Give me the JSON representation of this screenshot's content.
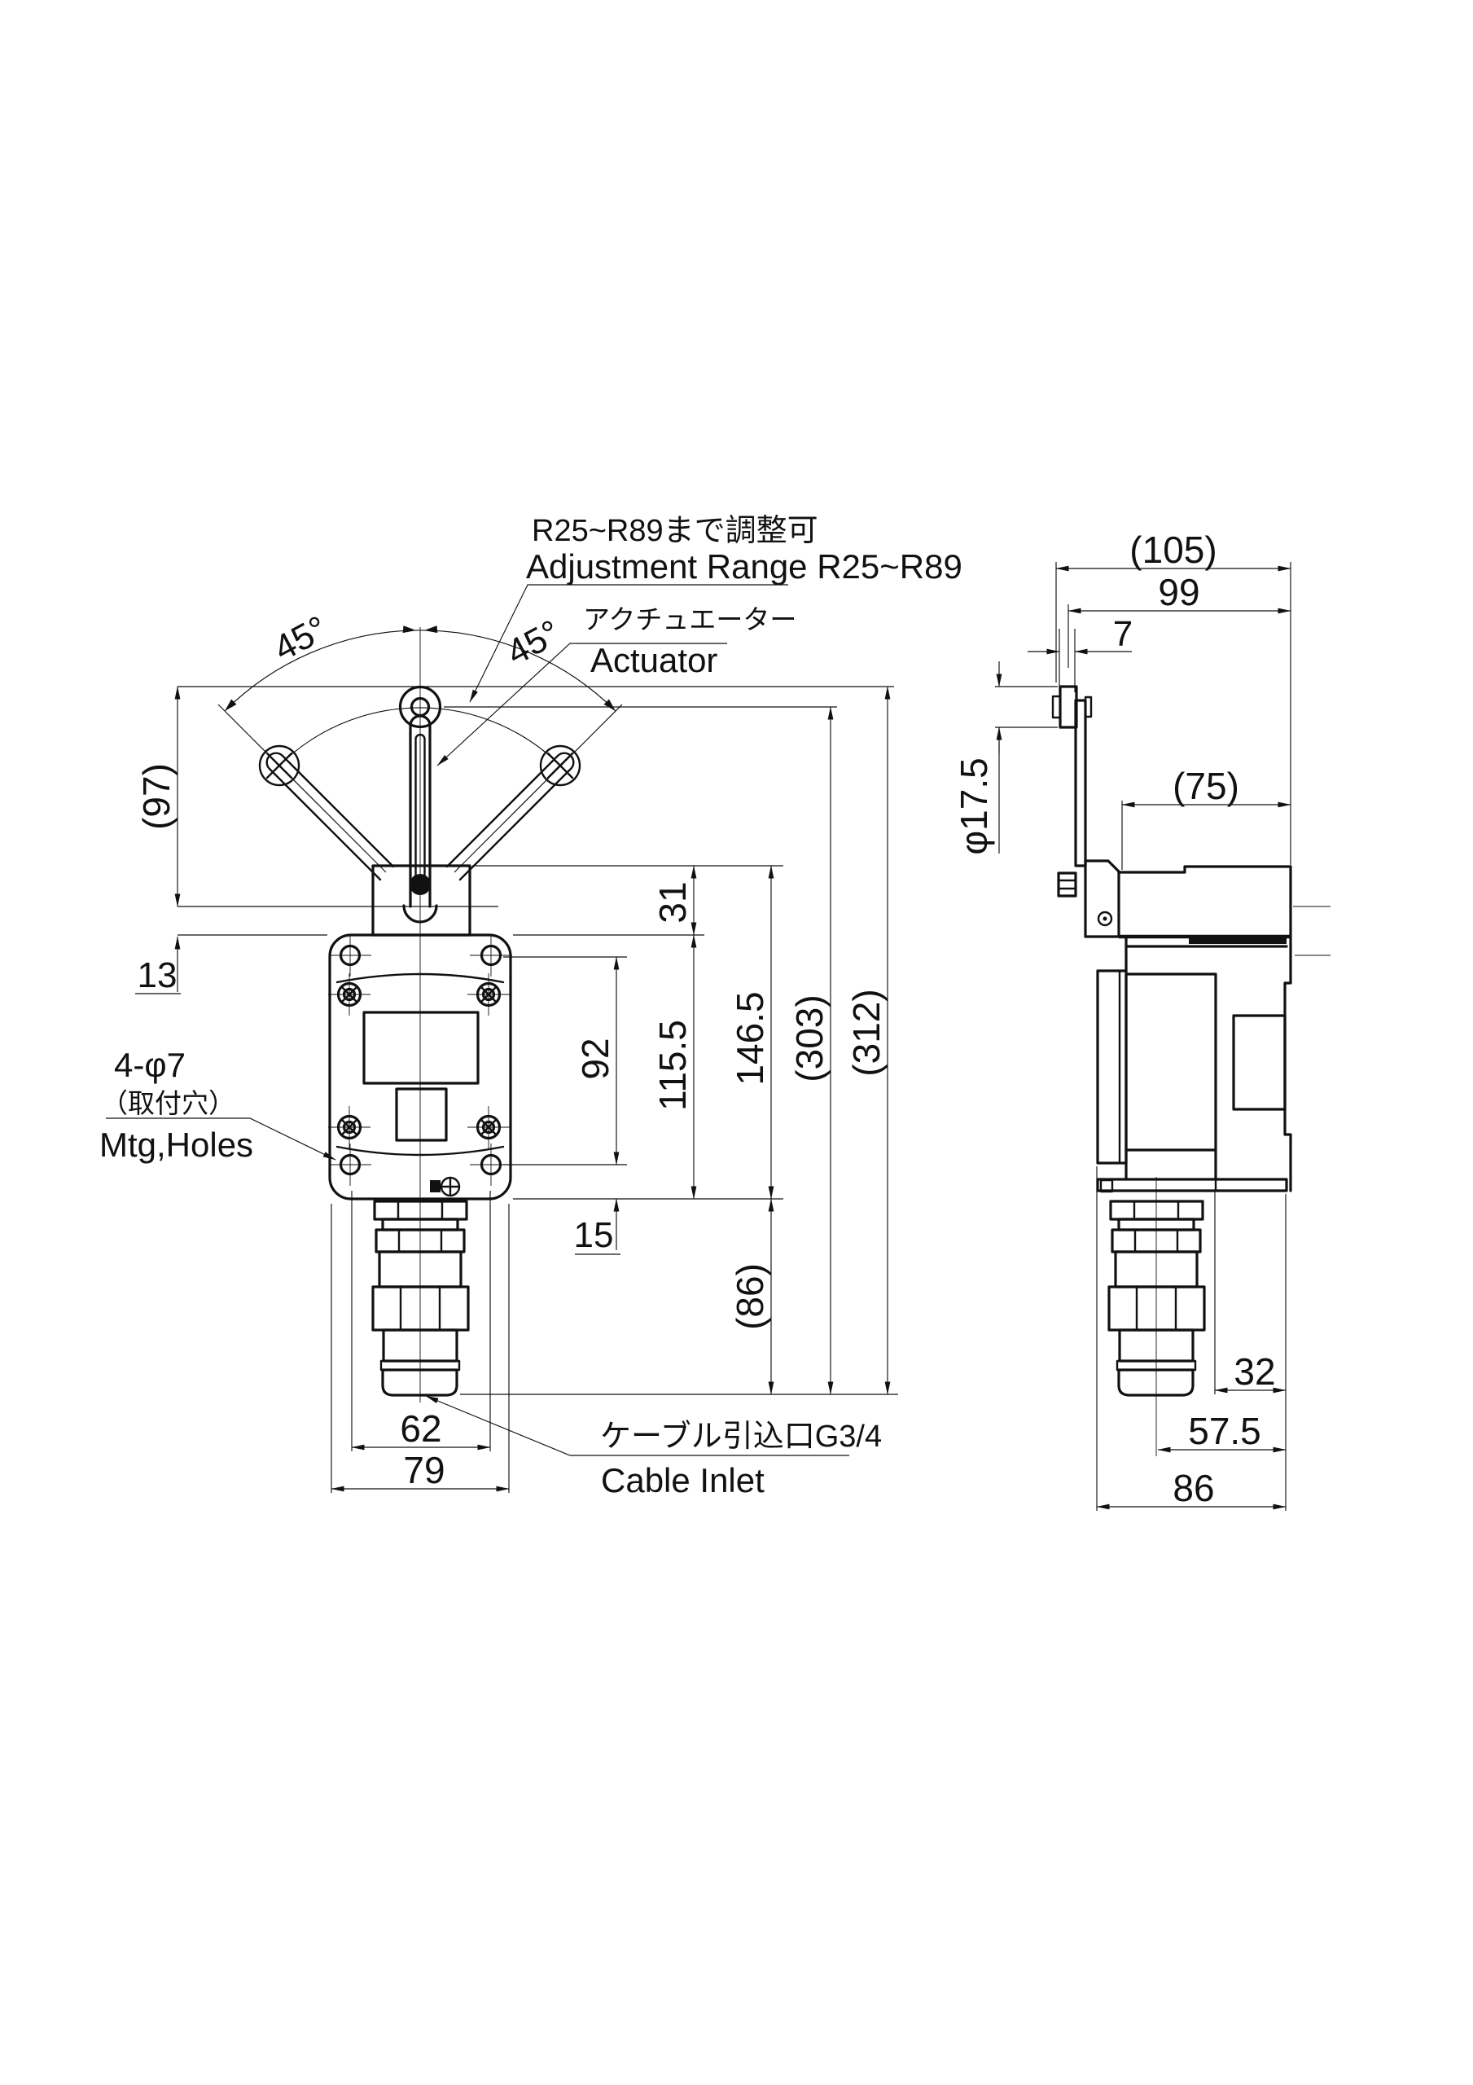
{
  "drawing": {
    "type": "technical-dimension-drawing",
    "views": {
      "front": "front-view-with-adjustable-fork-lever",
      "side": "side-view"
    },
    "labels": {
      "adjustment_jp": "R25~R89まで調整可",
      "adjustment_en": "Adjustment Range R25~R89",
      "actuator_jp": "アクチュエーター",
      "actuator_en": "Actuator",
      "mtg_line1": "4-φ7",
      "mtg_line2": "（取付穴）",
      "mtg_line3": "Mtg,Holes",
      "cable_jp": "ケーブル引込口G3/4",
      "cable_en": "Cable Inlet"
    },
    "dimensions": {
      "angle_left": "45°",
      "angle_right": "45°",
      "h97": "(97)",
      "h13": "13",
      "v31": "31",
      "v92": "92",
      "v115_5": "115.5",
      "v146_5": "146.5",
      "v303": "(303)",
      "v312": "(312)",
      "v15": "15",
      "v86": "(86)",
      "w62": "62",
      "w79": "79",
      "top105": "(105)",
      "top99": "99",
      "top7": "7",
      "roller_dia": "φ17.5",
      "depth75": "(75)",
      "b32": "32",
      "b57_5": "57.5",
      "b86": "86"
    },
    "line_color": "#111111",
    "background": "#ffffff"
  }
}
